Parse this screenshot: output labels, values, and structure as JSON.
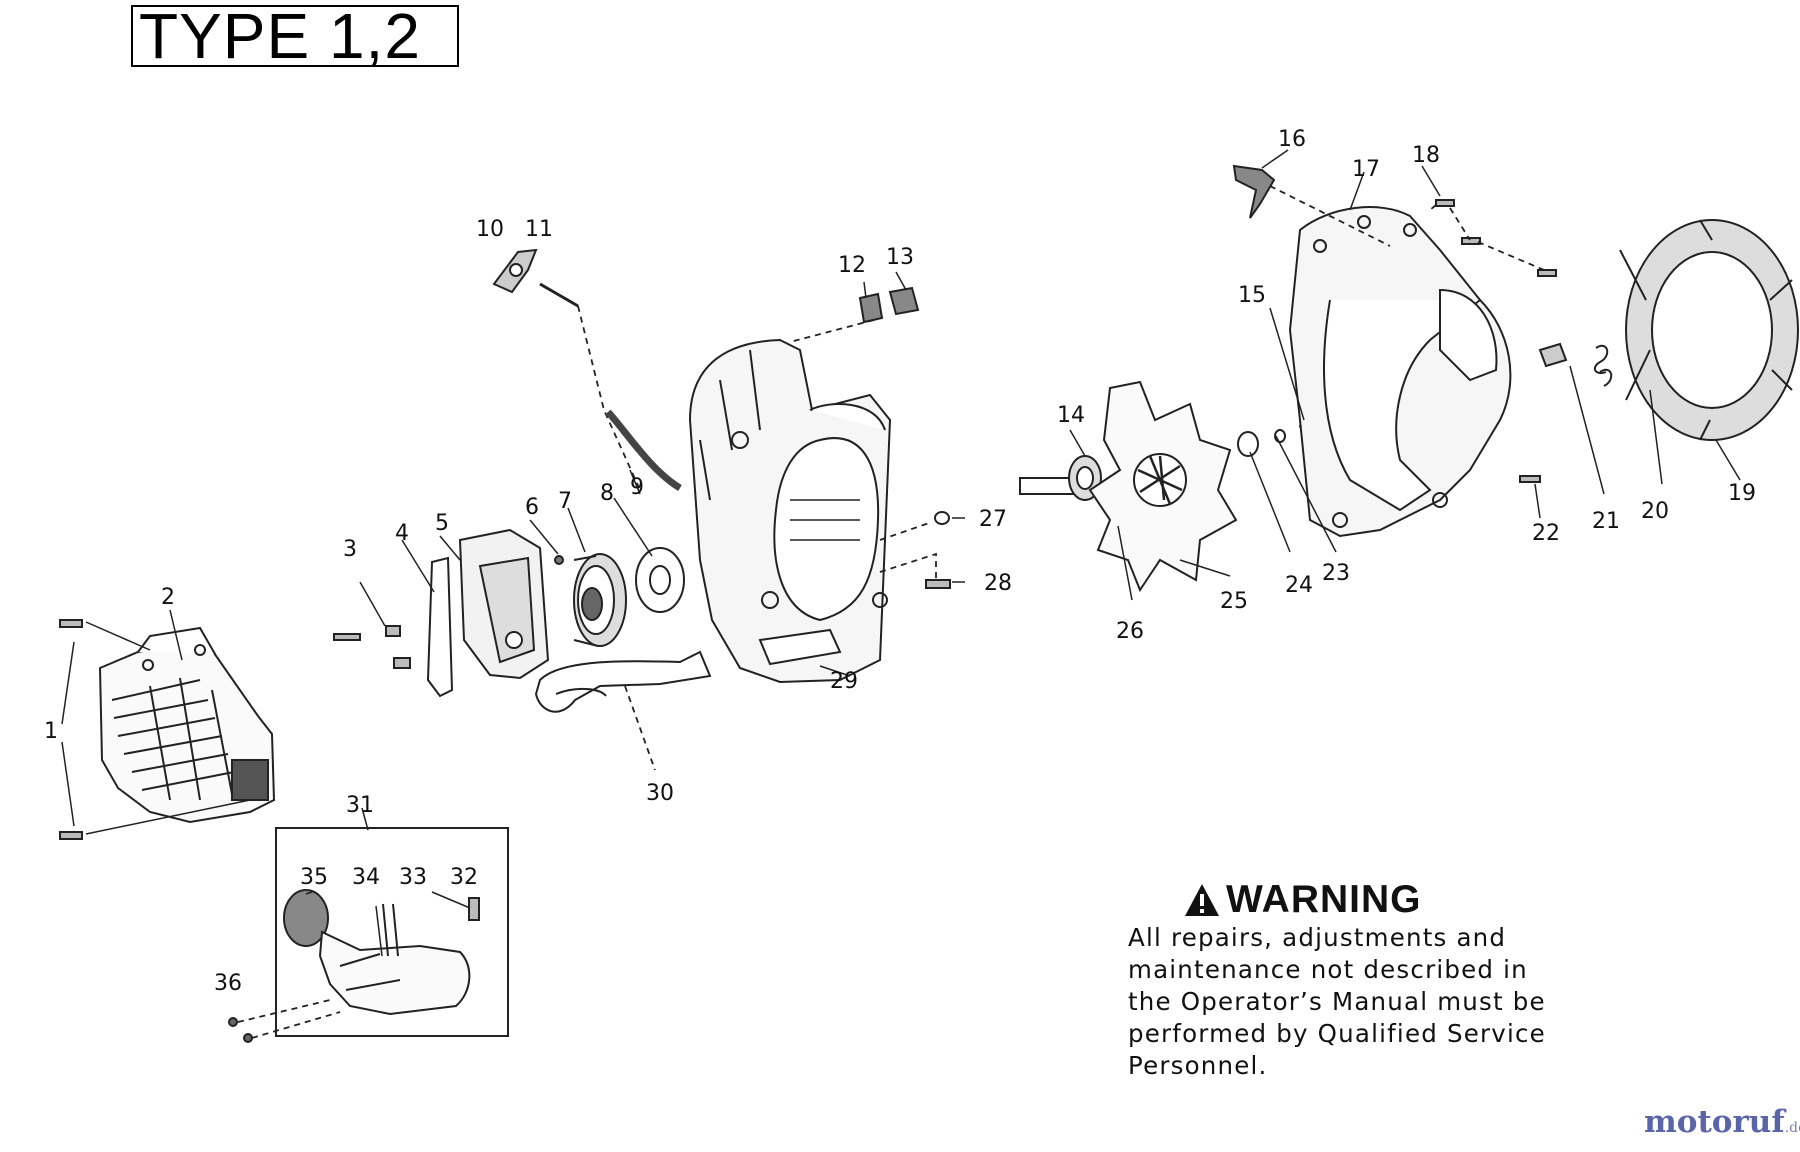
{
  "header": {
    "type_label": "TYPE 1,2"
  },
  "warning": {
    "title": "WARNING",
    "lines": [
      "All repairs, adjustments and",
      "maintenance not described in",
      "the Operator’s Manual must be",
      "performed by Qualified Service",
      "Personnel."
    ]
  },
  "watermark": {
    "brand": "motoruf",
    "suffix": ".de"
  },
  "callouts": {
    "c1": "1",
    "c2": "2",
    "c3": "3",
    "c4": "4",
    "c5": "5",
    "c6": "6",
    "c7": "7",
    "c8": "8",
    "c9": "9",
    "c10": "10",
    "c11": "11",
    "c12": "12",
    "c13": "13",
    "c14": "14",
    "c15": "15",
    "c16": "16",
    "c17": "17",
    "c18": "18",
    "c19": "19",
    "c20": "20",
    "c21": "21",
    "c22": "22",
    "c23": "23",
    "c24": "24",
    "c25": "25",
    "c26": "26",
    "c27": "27",
    "c28": "28",
    "c29": "29",
    "c30": "30",
    "c31": "31",
    "c32": "32",
    "c33": "33",
    "c34": "34",
    "c35": "35",
    "c36": "36"
  }
}
